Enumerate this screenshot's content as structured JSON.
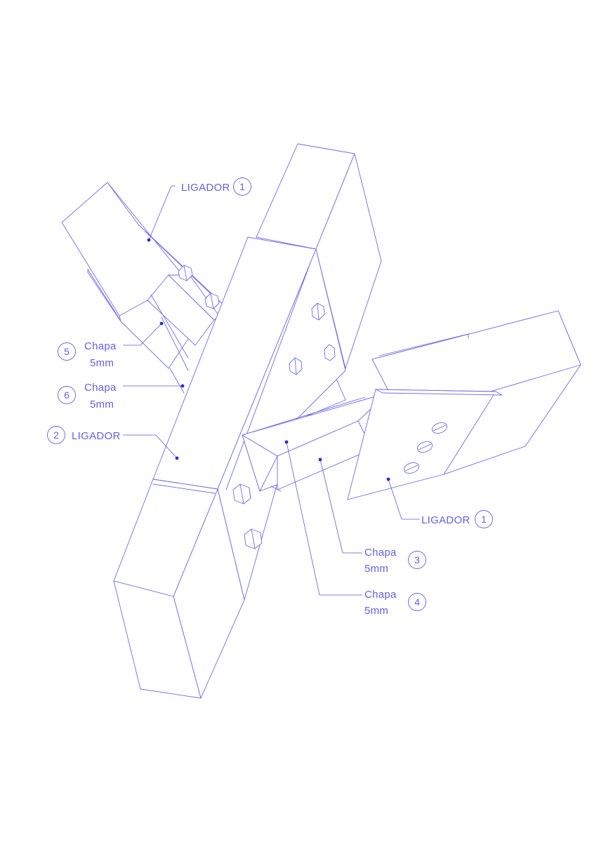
{
  "labels": {
    "ligador_top": {
      "text": "LIGADOR",
      "number": "1"
    },
    "chapa_5": {
      "line1": "Chapa",
      "line2": "5mm",
      "number": "5"
    },
    "chapa_6": {
      "line1": "Chapa",
      "line2": "5mm",
      "number": "6"
    },
    "ligador_2": {
      "text": "LIGADOR",
      "number": "2"
    },
    "ligador_right": {
      "text": "LIGADOR",
      "number": "1"
    },
    "chapa_3": {
      "line1": "Chapa",
      "line2": "5mm",
      "number": "3"
    },
    "chapa_4": {
      "line1": "Chapa",
      "line2": "5mm",
      "number": "4"
    }
  },
  "colors": {
    "line": "#6b6bf0",
    "leader_dot": "#2a2ad8",
    "background": "#ffffff"
  }
}
